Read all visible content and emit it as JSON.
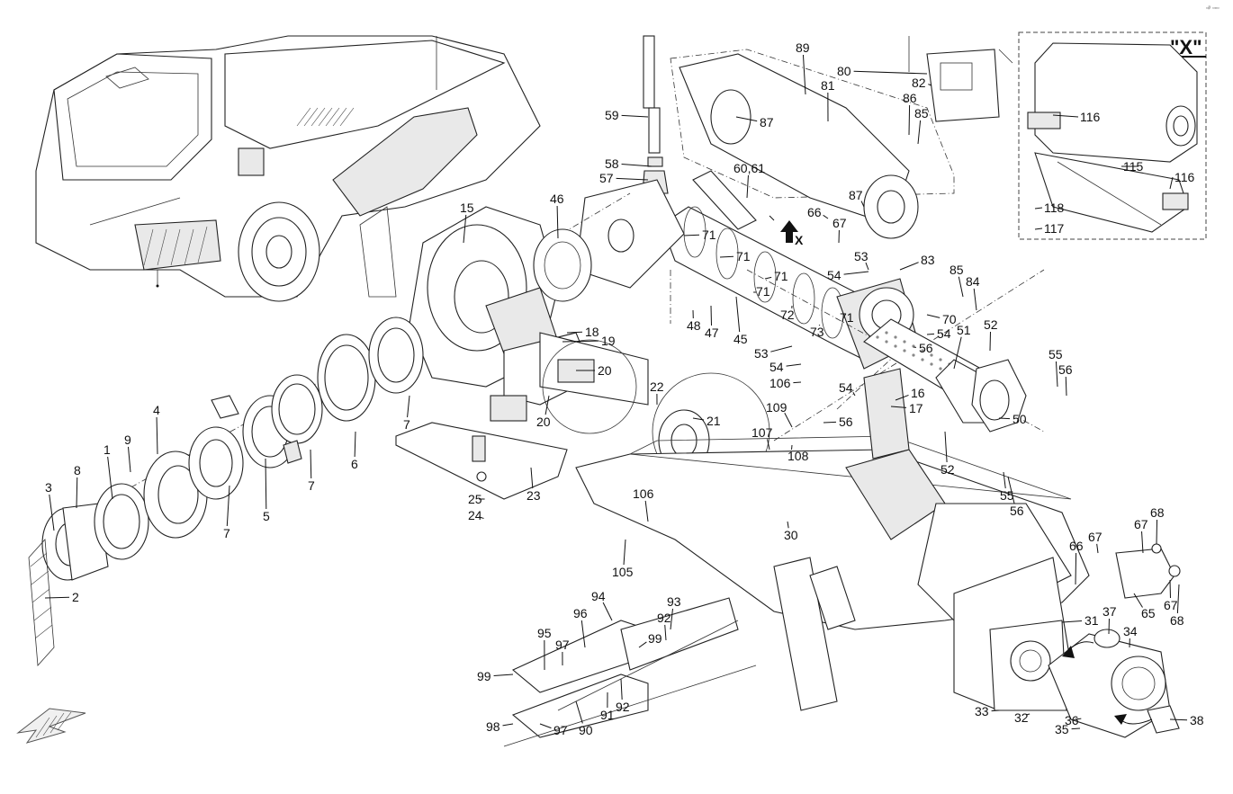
{
  "corner_marks": "▫ᵖ ▫▫▫",
  "detail_x": {
    "title": "\"X\"",
    "labels": [
      "116",
      "115",
      "116",
      "118",
      "117"
    ]
  },
  "marker_x": "X",
  "callouts": [
    "89",
    "80",
    "81",
    "82",
    "86",
    "85",
    "87",
    "59",
    "58",
    "57",
    "60,61",
    "87",
    "66",
    "67",
    "53",
    "83",
    "85",
    "84",
    "15",
    "46",
    "71",
    "71",
    "71",
    "71",
    "72",
    "73",
    "71",
    "70",
    "54",
    "54",
    "56",
    "51",
    "52",
    "18",
    "19",
    "20",
    "20",
    "22",
    "21",
    "48",
    "47",
    "45",
    "53",
    "54",
    "106",
    "54",
    "16",
    "17",
    "55",
    "56",
    "50",
    "109",
    "56",
    "107",
    "108",
    "52",
    "55",
    "56",
    "4",
    "9",
    "1",
    "8",
    "3",
    "2",
    "7",
    "6",
    "5",
    "7",
    "7",
    "23",
    "25",
    "24",
    "106",
    "105",
    "30",
    "67",
    "68",
    "67",
    "66",
    "65",
    "67",
    "68",
    "31",
    "37",
    "34",
    "33",
    "32",
    "36",
    "35",
    "38",
    "94",
    "96",
    "93",
    "92",
    "95",
    "97",
    "99",
    "99",
    "98",
    "97",
    "90",
    "91",
    "92"
  ]
}
